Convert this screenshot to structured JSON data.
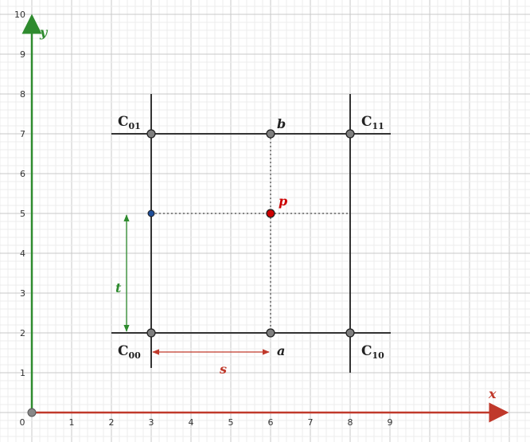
{
  "axes": {
    "x_label": "x",
    "y_label": "y",
    "x_ticks": [
      "0",
      "1",
      "2",
      "3",
      "4",
      "5",
      "6",
      "7",
      "8",
      "9"
    ],
    "y_ticks": [
      "1",
      "2",
      "3",
      "4",
      "5",
      "6",
      "7",
      "8",
      "9",
      "10"
    ],
    "x_axis_color": "#c0392b",
    "y_axis_color": "#2e8b2e"
  },
  "corners": [
    {
      "id": "c00",
      "base": "C",
      "sub": "00",
      "x": 3,
      "y": 2
    },
    {
      "id": "c10",
      "base": "C",
      "sub": "10",
      "x": 8,
      "y": 2
    },
    {
      "id": "c01",
      "base": "C",
      "sub": "01",
      "x": 3,
      "y": 7
    },
    {
      "id": "c11",
      "base": "C",
      "sub": "11",
      "x": 8,
      "y": 7
    }
  ],
  "interp_points": [
    {
      "id": "a",
      "label": "a",
      "x": 6,
      "y": 2
    },
    {
      "id": "b",
      "label": "b",
      "x": 6,
      "y": 7
    }
  ],
  "point_p": {
    "label": "p",
    "x": 6,
    "y": 5,
    "color": "#cc0000"
  },
  "point_left": {
    "x": 3,
    "y": 5,
    "color": "#1f4e99"
  },
  "param_s": {
    "label": "s",
    "from_x": 3,
    "to_x": 6,
    "color": "#c0392b"
  },
  "param_t": {
    "label": "t",
    "from_y": 2,
    "to_y": 5,
    "color": "#2e8b2e"
  },
  "colors": {
    "grid_minor": "#ececec",
    "grid_major": "#c8c8c8",
    "lines": "#333333",
    "point_fill": "#7f7f7f"
  }
}
